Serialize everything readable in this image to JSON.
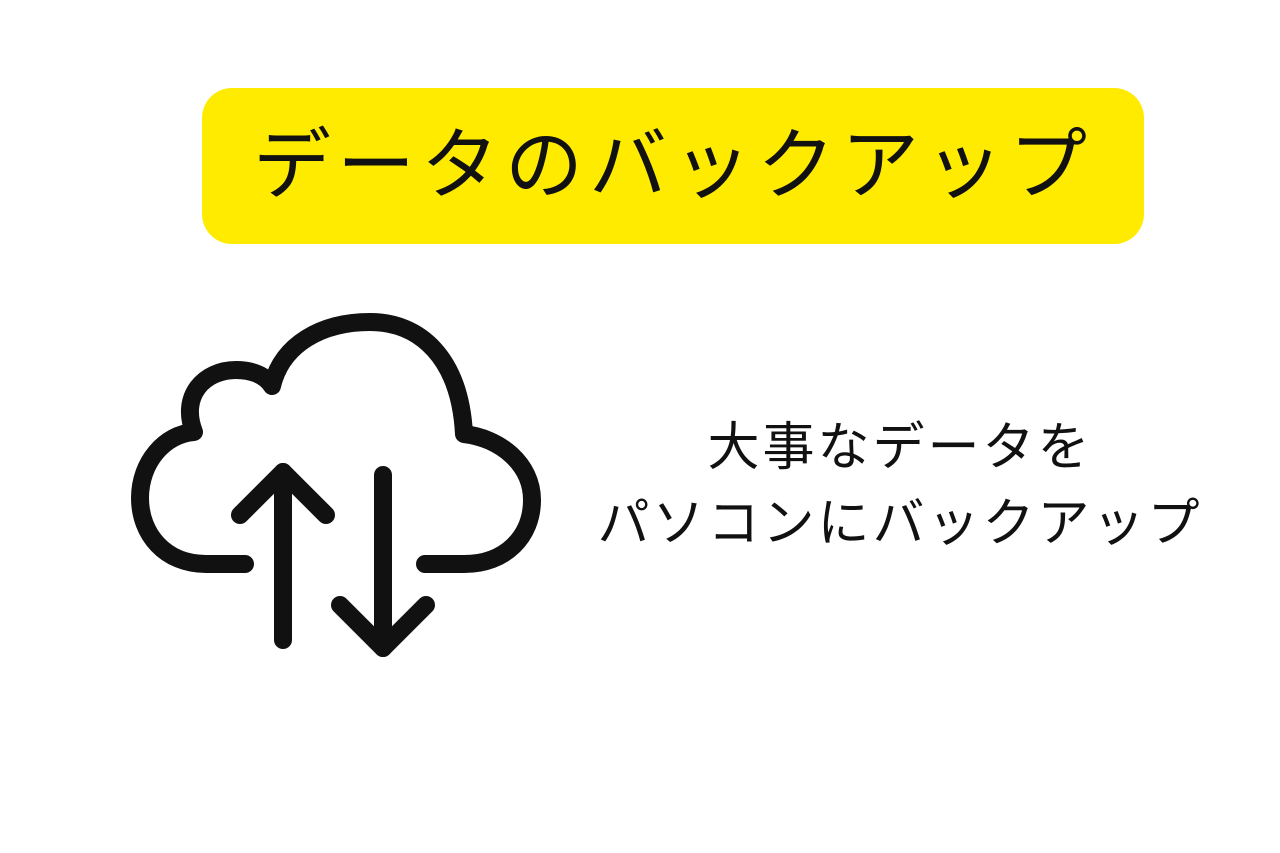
{
  "colors": {
    "banner_background": "#FFEB00",
    "text": "#111111",
    "icon_stroke": "#111111",
    "page_background": "#FFFFFF"
  },
  "header": {
    "title": "データのバックアップ"
  },
  "illustration": {
    "icon": "cloud-sync-icon"
  },
  "message": {
    "line1": "大事なデータを",
    "line2": "パソコンにバックアップ"
  }
}
